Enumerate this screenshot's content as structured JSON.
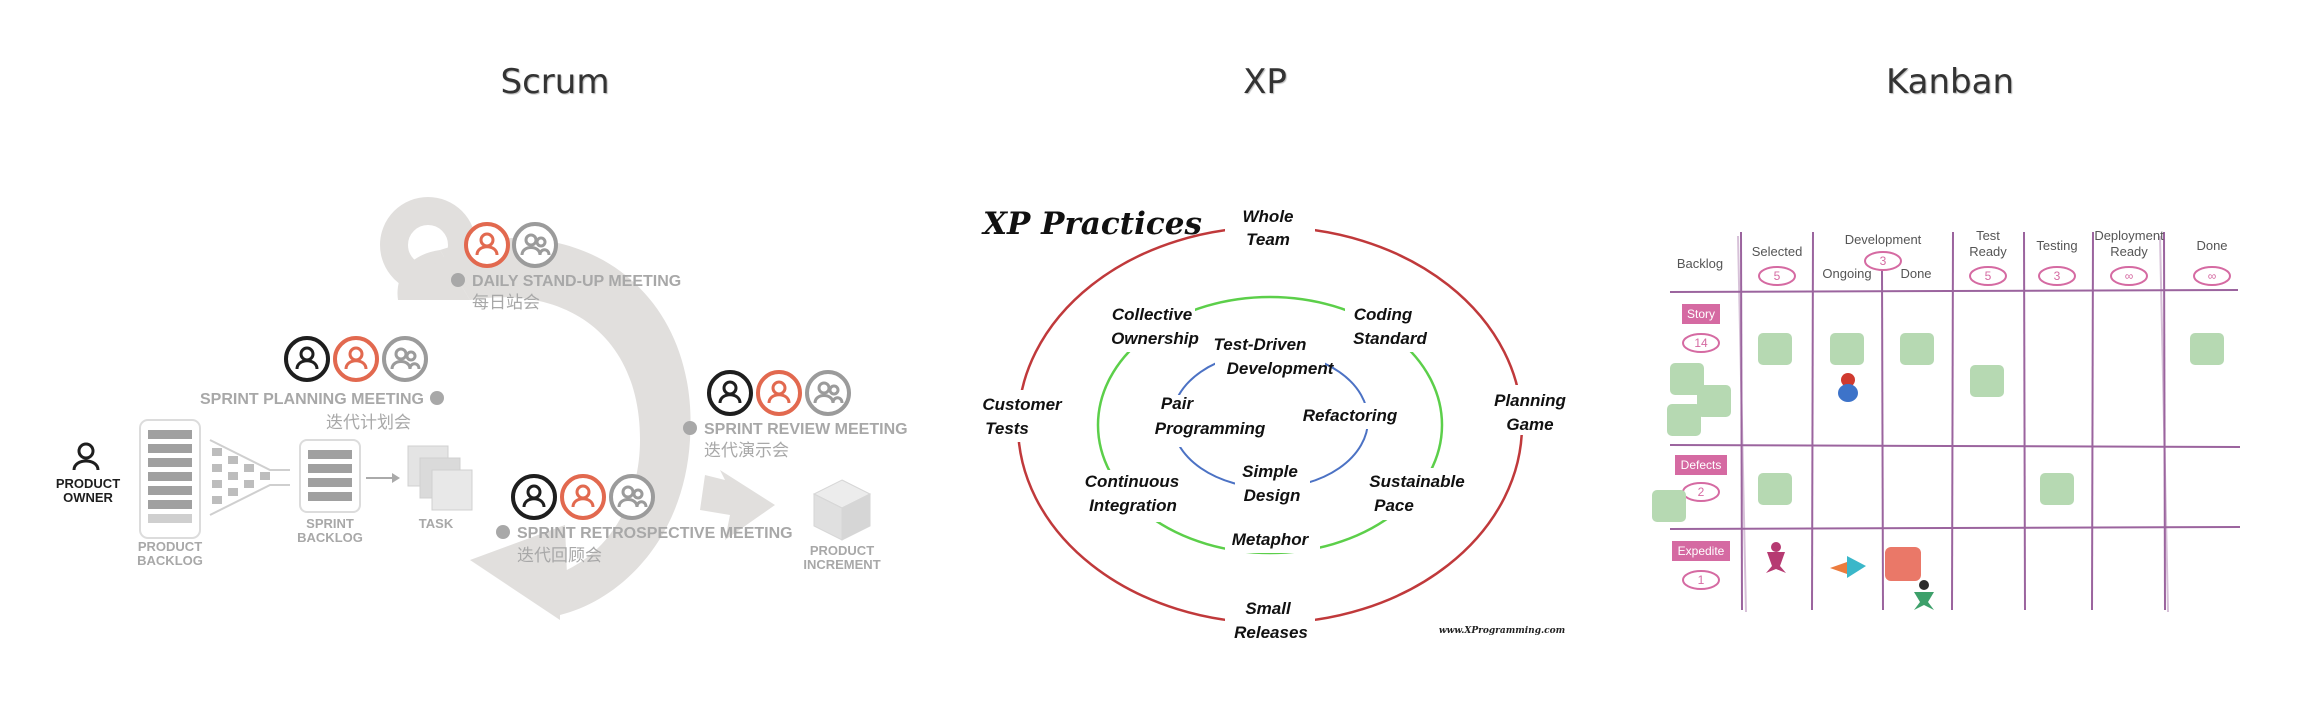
{
  "panels": {
    "scrum": {
      "title": "Scrum",
      "product_owner": [
        "PRODUCT",
        "OWNER"
      ],
      "product_backlog": [
        "PRODUCT",
        "BACKLOG"
      ],
      "sprint_backlog": [
        "SPRINT",
        "BACKLOG"
      ],
      "task": "TASK",
      "product_increment": [
        "PRODUCT",
        "INCREMENT"
      ],
      "daily_standup": {
        "en": "DAILY STAND-UP MEETING",
        "zh": "每日站会"
      },
      "sprint_planning": {
        "en": "SPRINT PLANNING MEETING",
        "zh": "迭代计划会"
      },
      "sprint_review": {
        "en": "SPRINT REVIEW MEETING",
        "zh": "迭代演示会"
      },
      "sprint_retro": {
        "en": "SPRINT RETROSPECTIVE MEETING",
        "zh": "迭代回顾会"
      },
      "colors": {
        "cycle": "#e1dfdd",
        "label": "#a8a8a8",
        "accent": "#e2694f",
        "dark": "#1e1e1e",
        "grey": "#9b9b9b"
      }
    },
    "xp": {
      "title": "XP",
      "heading": "XP Practices",
      "outer": [
        "Whole Team",
        "Planning Game",
        "Small Releases",
        "Customer Tests"
      ],
      "middle": [
        "Coding Standard",
        "Sustainable Pace",
        "Metaphor",
        "Continuous Integration",
        "Collective Ownership"
      ],
      "inner": [
        "Test-Driven Development",
        "Refactoring",
        "Simple Design",
        "Pair Programming"
      ],
      "credit": "www.XProgramming.com",
      "colors": {
        "outer": "#c0393b",
        "middle": "#5ccf4a",
        "inner": "#4c72c4"
      }
    },
    "kanban": {
      "title": "Kanban",
      "columns": [
        {
          "label": "Backlog",
          "limit": ""
        },
        {
          "label": "Selected",
          "limit": "5"
        },
        {
          "label": "Development",
          "limit": "3"
        },
        {
          "label": "Ongoing",
          "limit": ""
        },
        {
          "label": "Done",
          "limit": ""
        },
        {
          "label": "Test Ready",
          "limit": "5"
        },
        {
          "label": "Testing",
          "limit": "3"
        },
        {
          "label": "Deployment Ready",
          "limit": "∞"
        },
        {
          "label": "Done",
          "limit": "∞"
        }
      ],
      "lanes": [
        {
          "label": "Story",
          "limit": "14"
        },
        {
          "label": "Defects",
          "limit": "2"
        },
        {
          "label": "Expedite",
          "limit": "1"
        }
      ],
      "colors": {
        "grid": "#8a4a8e",
        "lane": "#d56aa2",
        "card": "#b6d9b2",
        "urgent": "#ea7868"
      }
    }
  }
}
